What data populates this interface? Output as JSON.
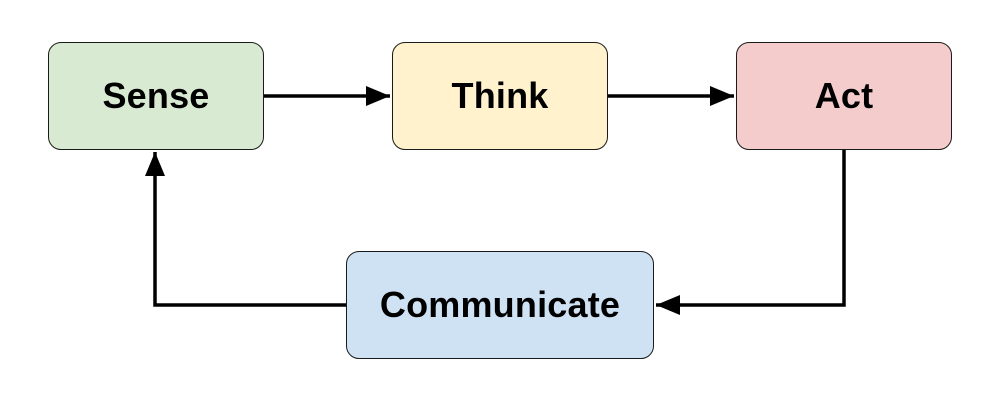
{
  "diagram": {
    "nodes": {
      "sense": {
        "label": "Sense",
        "fill": "#d9ead3"
      },
      "think": {
        "label": "Think",
        "fill": "#fff2cc"
      },
      "act": {
        "label": "Act",
        "fill": "#f4cccc"
      },
      "communicate": {
        "label": "Communicate",
        "fill": "#cfe2f3"
      }
    },
    "edges": [
      {
        "from": "Sense",
        "to": "Think"
      },
      {
        "from": "Think",
        "to": "Act"
      },
      {
        "from": "Act",
        "to": "Communicate"
      },
      {
        "from": "Communicate",
        "to": "Sense"
      }
    ],
    "line_color": "#000000"
  }
}
